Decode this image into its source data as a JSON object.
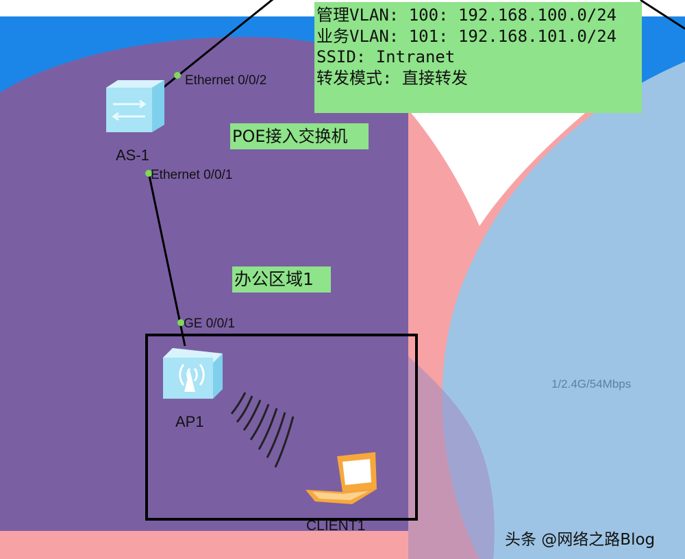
{
  "info_box": {
    "lines": [
      "管理VLAN: 100: 192.168.100.0/24",
      "业务VLAN: 101: 192.168.101.0/24",
      "SSID: Intranet",
      "转发模式: 直接转发"
    ]
  },
  "labels": {
    "poe_switch": "POE接入交换机",
    "office_area": "办公区域1",
    "rate": "1/2.4G/54Mbps"
  },
  "devices": {
    "switch": {
      "name": "AS-1",
      "port_up": "Ethernet 0/0/2",
      "port_down": "Ethernet 0/0/1"
    },
    "ap": {
      "name": "AP1",
      "port": "GE 0/0/1"
    },
    "client": {
      "name": "CLIENT1"
    }
  },
  "watermark": "头条 @网络之路Blog",
  "colors": {
    "blue_band": "#1c86e8",
    "purple_area": "#7b5fa3",
    "pink_area": "#f7a3a6",
    "light_blue_area": "#9dc4e4",
    "label_green": "#8fe38a",
    "port_dot": "#7ed957"
  },
  "icons": [
    "switch-icon",
    "access-point-icon",
    "laptop-icon"
  ]
}
